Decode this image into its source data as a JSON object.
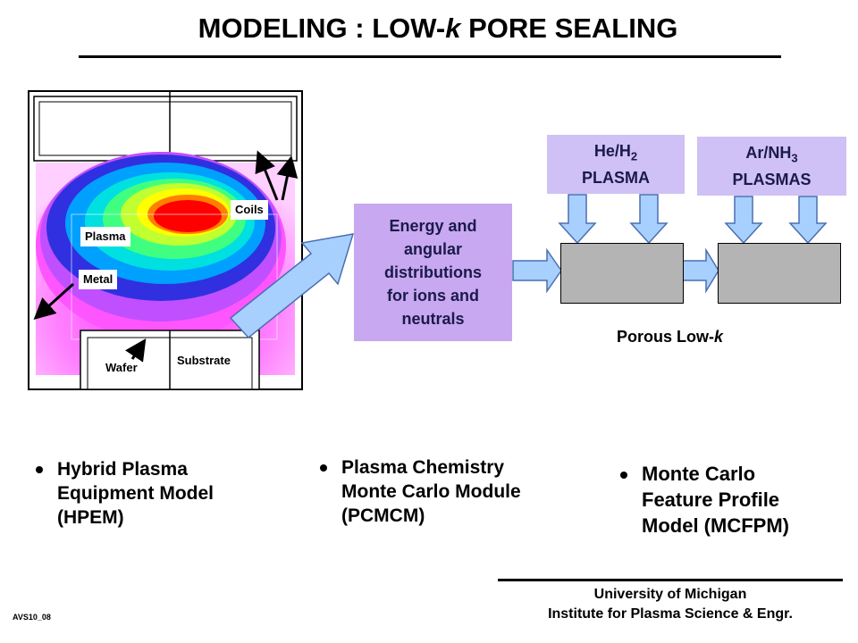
{
  "title": {
    "main": "MODELING : LOW-",
    "italic": "k",
    "rest": " PORE SEALING"
  },
  "reactor": {
    "labels": {
      "coils": "Coils",
      "plasma": "Plasma",
      "metal": "Metal",
      "wafer": "Wafer",
      "substrate": "Substrate"
    }
  },
  "distribution_box": {
    "lines": [
      "Energy and",
      "angular",
      "distributions",
      "for ions and",
      "neutrals"
    ]
  },
  "plasma_boxes": {
    "he_h2": {
      "line1_main": "He/H",
      "line1_sub": "2",
      "line2": "PLASMA"
    },
    "ar_nh3": {
      "line1_main": "Ar/NH",
      "line1_sub": "3",
      "line2": "PLASMAS"
    }
  },
  "porous_label": {
    "main": "Porous Low-",
    "italic": "k"
  },
  "bullets": [
    {
      "lines": [
        "Hybrid Plasma",
        "Equipment Model",
        "(HPEM)"
      ]
    },
    {
      "lines": [
        "Plasma Chemistry",
        "Monte Carlo Module",
        "(PCMCM)"
      ]
    },
    {
      "lines": [
        "Monte Carlo",
        "Feature Profile",
        "Model (MCFPM)"
      ]
    }
  ],
  "footer": {
    "line1": "University of Michigan",
    "line2": "Institute for Plasma Science & Engr."
  },
  "tag": "AVS10_08",
  "colors": {
    "arrow_fill": "#a8d0ff",
    "arrow_stroke": "#4a6fb0",
    "lavender": "#cfc0f5",
    "purple_box": "#c8a8f0",
    "grey_block": "#b4b4b4"
  }
}
